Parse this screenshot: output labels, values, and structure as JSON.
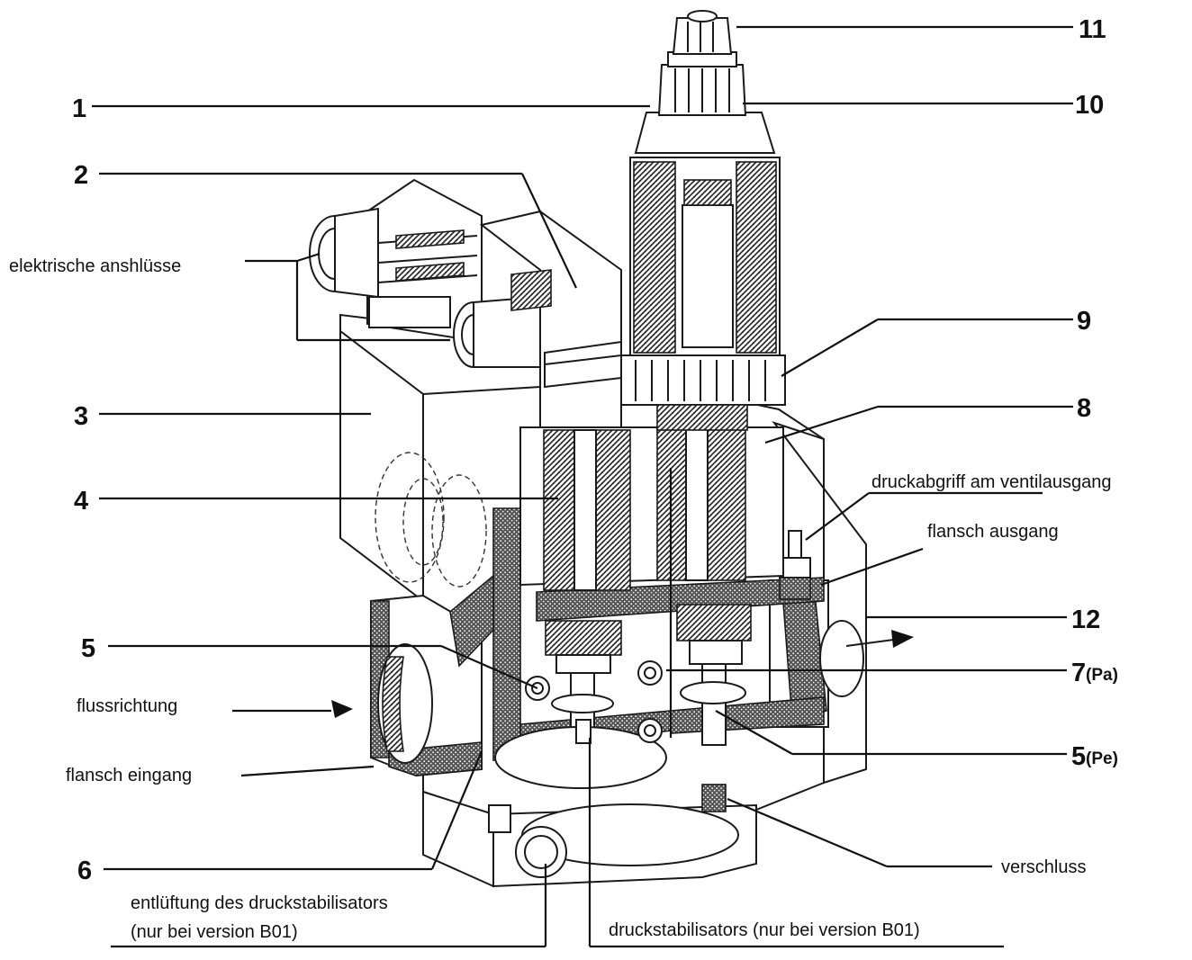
{
  "diagram": {
    "numbers": {
      "n1": "1",
      "n2": "2",
      "n3": "3",
      "n4": "4",
      "n5": "5",
      "n6": "6",
      "n7": "7",
      "n7_suffix": "(Pa)",
      "n5b": "5",
      "n5b_suffix": "(Pe)",
      "n8": "8",
      "n9": "9",
      "n10": "10",
      "n11": "11",
      "n12": "12"
    },
    "labels": {
      "electrical": "elektrische anshlüsse",
      "flow": "flussrichtung",
      "flange_in": "flansch eingang",
      "pressure_tap": "druckabgriff am ventilausgang",
      "flange_out": "flansch ausgang",
      "closure": "verschluss",
      "vent_line1": "entlüftung des druckstabilisators",
      "vent_line2": "(nur bei version B01)",
      "stabilizer": "druckstabilisators (nur bei version B01)"
    }
  }
}
